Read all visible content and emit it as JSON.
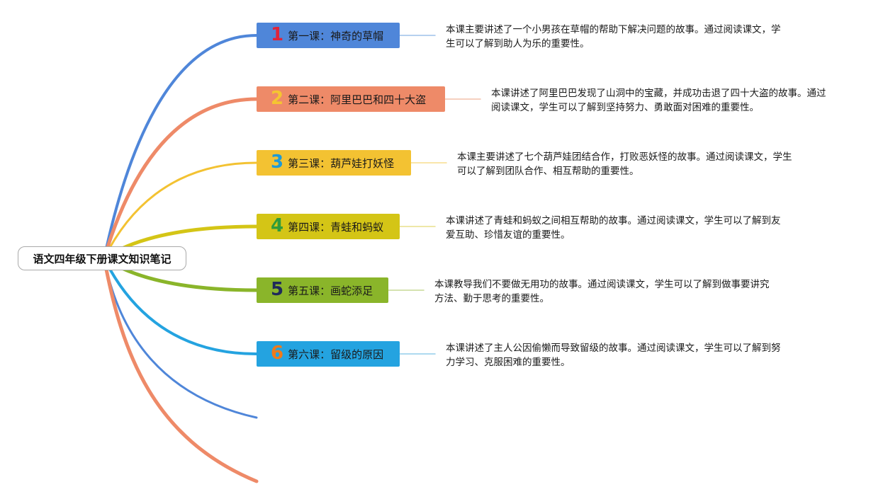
{
  "root": {
    "title": "语文四年级下册课文知识笔记"
  },
  "lessons": [
    {
      "number": "1",
      "title": "第一课：神奇的草帽",
      "summary_lines": [
        "本课主要讲述了一个小男孩在草帽的帮助下解决问题的故事。通过阅读课文，学",
        "生可以了解到助人为乐的重要性。"
      ],
      "color": "#4f86d9",
      "number_color": "#e0243a"
    },
    {
      "number": "2",
      "title": "第二课：阿里巴巴和四十大盗",
      "summary_lines": [
        "本课讲述了阿里巴巴发现了山洞中的宝藏，并成功击退了四十大盗的故事。通过",
        "阅读课文，学生可以了解到坚持努力、勇敢面对困难的重要性。"
      ],
      "color": "#ee8a68",
      "number_color": "#f5c531"
    },
    {
      "number": "3",
      "title": "第三课：葫芦娃打妖怪",
      "summary_lines": [
        "本课主要讲述了七个葫芦娃团结合作，打败恶妖怪的故事。通过阅读课文，学生",
        "可以了解到团队合作、相互帮助的重要性。"
      ],
      "color": "#f3c232",
      "number_color": "#1d9ad6"
    },
    {
      "number": "4",
      "title": "第四课：青蛙和蚂蚁",
      "summary_lines": [
        "本课讲述了青蛙和蚂蚁之间相互帮助的故事。通过阅读课文，学生可以了解到友",
        "爱互助、珍惜友谊的重要性。"
      ],
      "color": "#d4c516",
      "number_color": "#2f9b3a"
    },
    {
      "number": "5",
      "title": "第五课：画蛇添足",
      "summary_lines": [
        "本课教导我们不要做无用功的故事。通过阅读课文，学生可以了解到做事要讲究",
        "方法、勤于思考的重要性。"
      ],
      "color": "#8ab52a",
      "number_color": "#1f2a5a"
    },
    {
      "number": "6",
      "title": "第六课：留级的原因",
      "summary_lines": [
        "本课讲述了主人公因偷懒而导致留级的故事。通过阅读课文，学生可以了解到努",
        "力学习、克服困难的重要性。"
      ],
      "color": "#24a3e0",
      "number_color": "#f07a1a"
    }
  ],
  "extra_branches": [
    {
      "color": "#4f86d9"
    },
    {
      "color": "#ee8a68"
    }
  ],
  "connector_colors": [
    "#9dc0ea",
    "#f3c0ac",
    "#f8dd8e",
    "#e8e08c",
    "#c7d996",
    "#94cdeb"
  ]
}
